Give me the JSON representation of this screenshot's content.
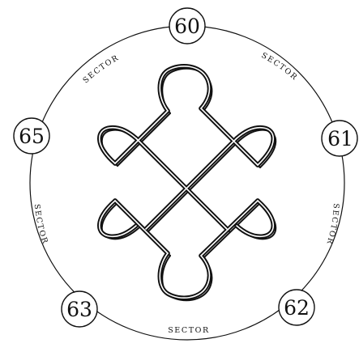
{
  "diagram": {
    "nodes": [
      {
        "id": "node-60",
        "label": "60"
      },
      {
        "id": "node-61",
        "label": "61"
      },
      {
        "id": "node-62",
        "label": "62"
      },
      {
        "id": "node-63",
        "label": "63"
      },
      {
        "id": "node-65",
        "label": "65"
      }
    ],
    "sectors": [
      {
        "id": "sector-60-61",
        "label": "SECTOR"
      },
      {
        "id": "sector-61-62",
        "label": "SECTOR"
      },
      {
        "id": "sector-62-63",
        "label": "SECTOR"
      },
      {
        "id": "sector-63-65",
        "label": "SECTOR"
      },
      {
        "id": "sector-65-60",
        "label": "SECTOR"
      }
    ],
    "center_symbol": "endless-knot-icon"
  }
}
